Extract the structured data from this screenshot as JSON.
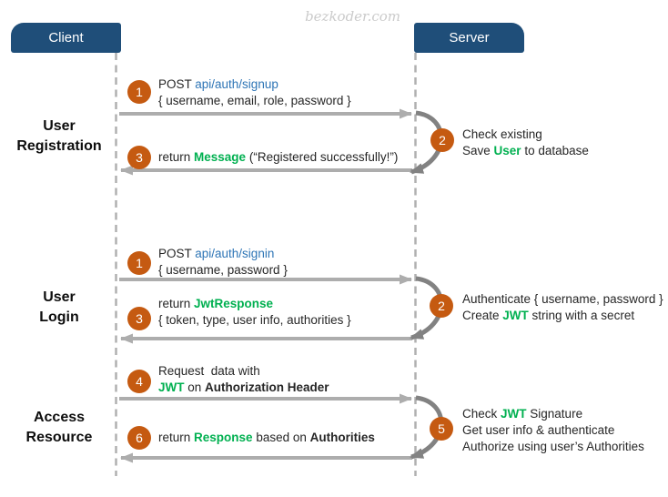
{
  "watermark": "bezkoder.com",
  "actors": {
    "client": "Client",
    "server": "Server"
  },
  "colors": {
    "actor_bg": "#1F4E79",
    "circle": "#C55A11",
    "green_keyword": "#00B050",
    "blue_link": "#2E75B6",
    "arrow": "#ADADAD",
    "loop_arrow": "#828282",
    "text": "#262626"
  },
  "sections": {
    "registration": {
      "label_line1": "User",
      "label_line2": "Registration",
      "step1": {
        "num": "1",
        "l1_pre": "POST ",
        "l1_link": "api/auth/signup",
        "l2": "{ username, email, role, password }"
      },
      "step2": {
        "num": "2",
        "l1": "Check existing",
        "l2_pre": "Save ",
        "l2_kw": "User",
        "l2_post": " to database"
      },
      "step3": {
        "num": "3",
        "pre": "return ",
        "kw": "Message",
        "post": " (“Registered successfully!”)"
      }
    },
    "login": {
      "label_line1": "User",
      "label_line2": "Login",
      "step1": {
        "num": "1",
        "l1_pre": "POST ",
        "l1_link": "api/auth/signin",
        "l2": "{ username, password }"
      },
      "step2": {
        "num": "2",
        "l1": "Authenticate { username, password }",
        "l2_pre": "Create ",
        "l2_kw": "JWT",
        "l2_post": " string with a secret"
      },
      "step3": {
        "num": "3",
        "l1_pre": "return ",
        "l1_kw": "JwtResponse",
        "l2": "{ token, type, user info, authorities }"
      }
    },
    "access": {
      "label_line1": "Access",
      "label_line2": "Resource",
      "step4": {
        "num": "4",
        "l1": "Request  data with",
        "l2_kw": "JWT",
        "l2_mid": " on ",
        "l2_bold": "Authorization Header"
      },
      "step5": {
        "num": "5",
        "l1_pre": "Check ",
        "l1_kw": "JWT",
        "l1_post": " Signature",
        "l2": "Get user info & authenticate",
        "l3": "Authorize using user’s Authorities"
      },
      "step6": {
        "num": "6",
        "pre": "return ",
        "kw": "Response",
        "mid": " based on ",
        "bold": "Authorities"
      }
    }
  }
}
